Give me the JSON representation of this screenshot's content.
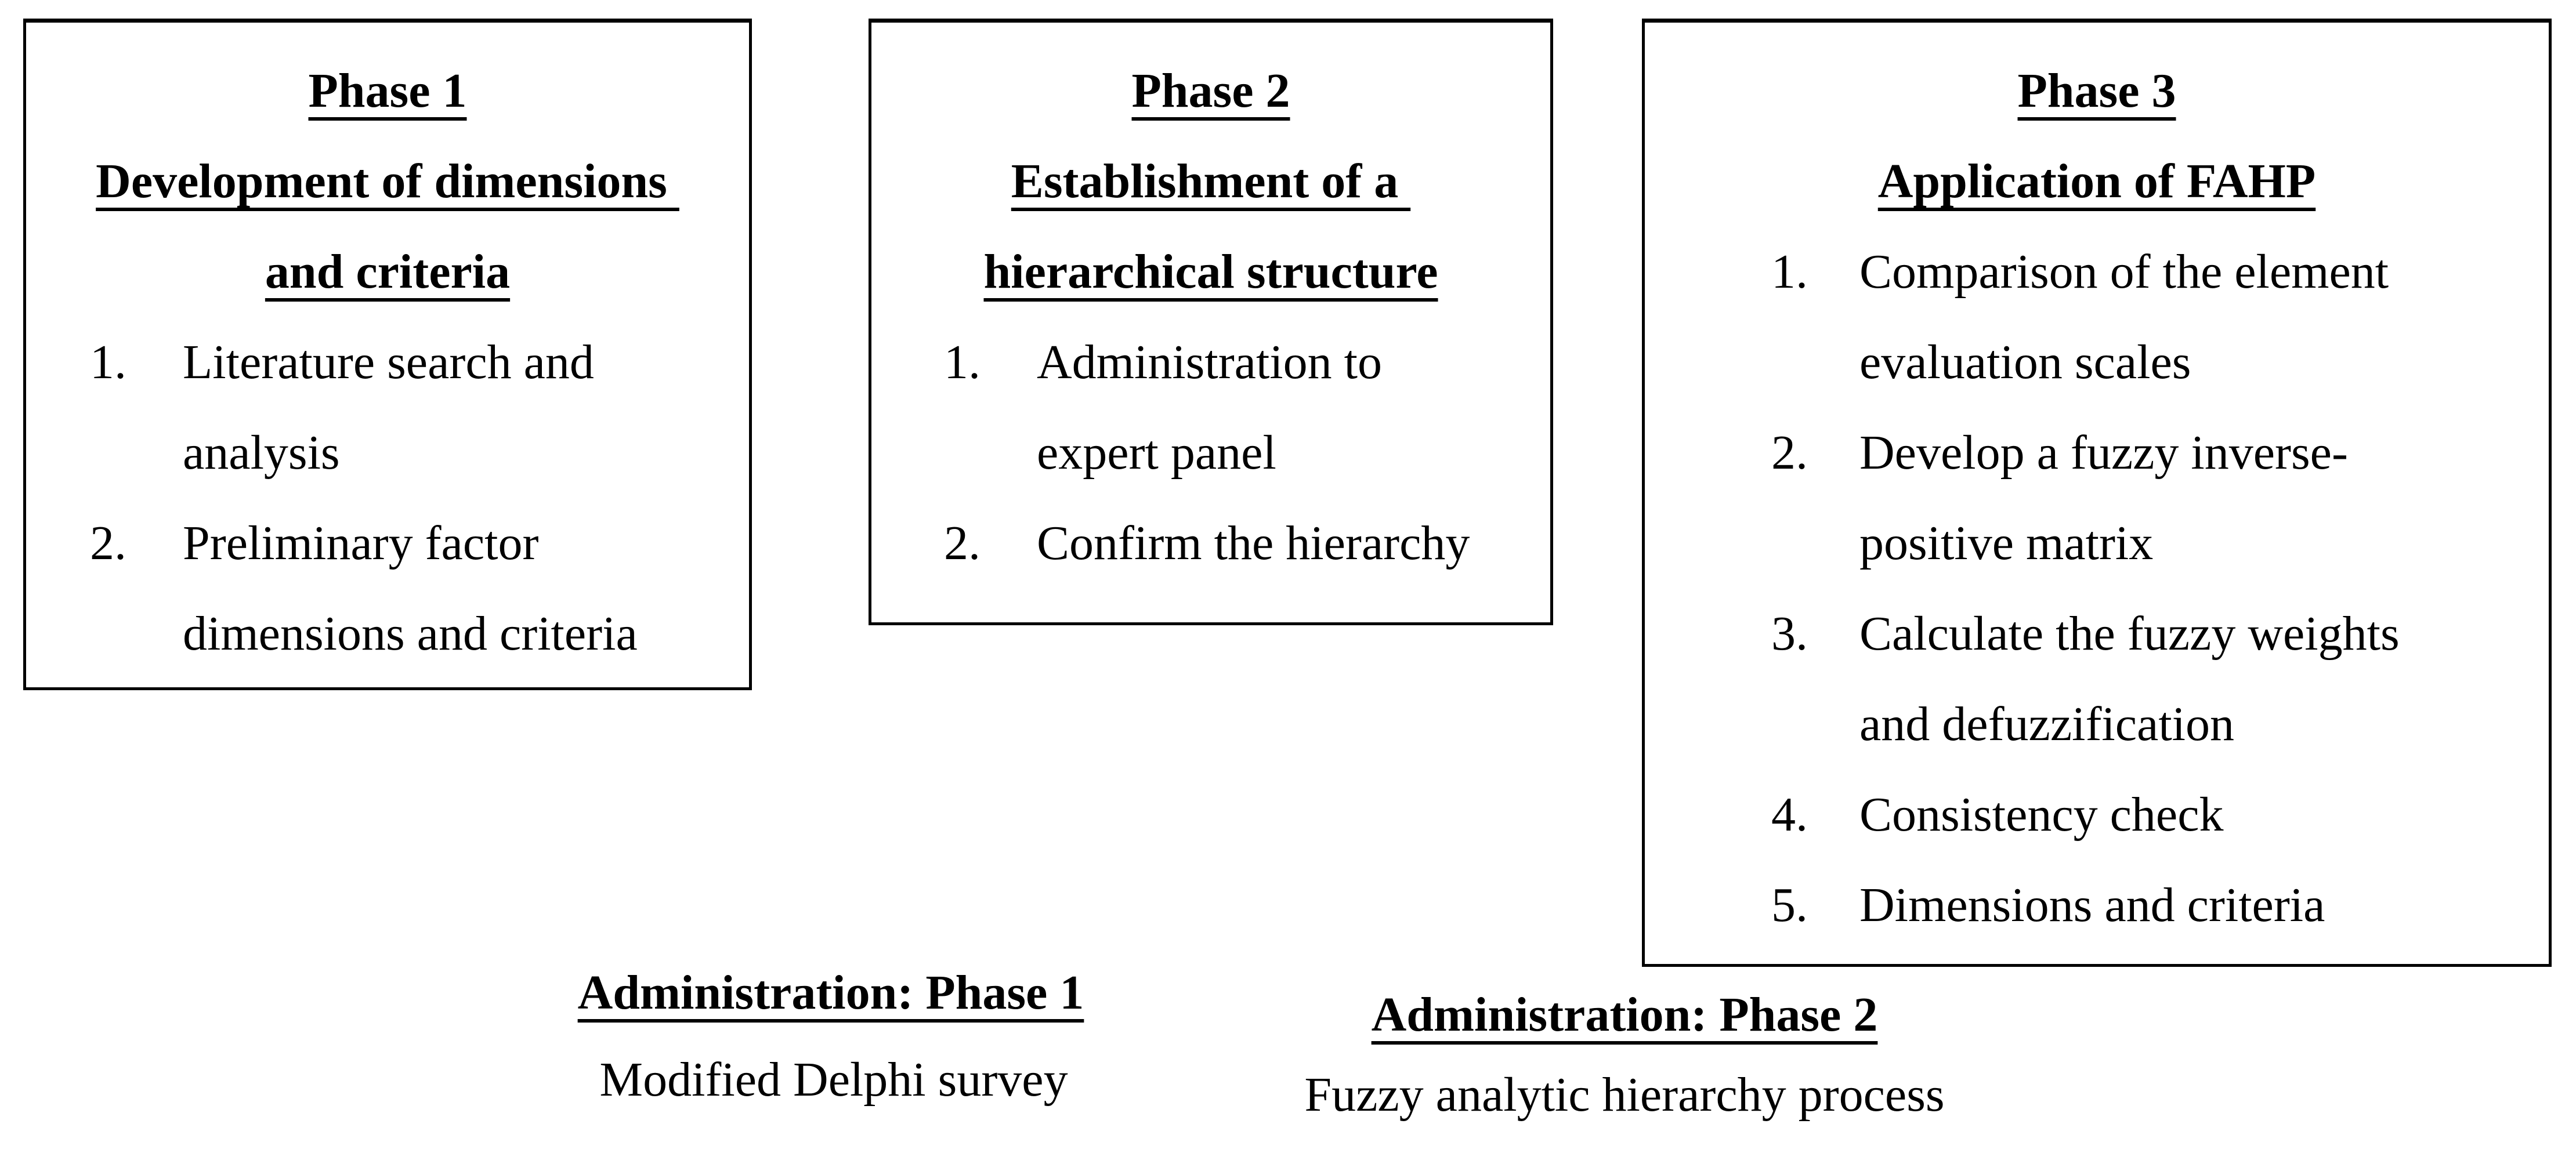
{
  "page": {
    "background": "#ffffff",
    "text_color": "#000000",
    "border_color": "#000000"
  },
  "phases": [
    {
      "title_lines": [
        "Phase 1",
        "Development of dimensions ",
        "and criteria"
      ],
      "items": [
        {
          "num": "1.",
          "lines": [
            "Literature search and",
            "analysis"
          ]
        },
        {
          "num": "2.",
          "lines": [
            "Preliminary factor",
            "dimensions and criteria"
          ]
        }
      ]
    },
    {
      "title_lines": [
        "Phase 2",
        "Establishment of a ",
        "hierarchical structure"
      ],
      "items": [
        {
          "num": "1.",
          "lines": [
            "Administration to",
            "expert panel"
          ]
        },
        {
          "num": "2.",
          "lines": [
            "Confirm the hierarchy"
          ]
        }
      ]
    },
    {
      "title_lines": [
        "Phase 3",
        "Application of FAHP"
      ],
      "items": [
        {
          "num": "1.",
          "lines": [
            "Comparison of the element",
            "evaluation scales"
          ]
        },
        {
          "num": "2.",
          "lines": [
            "Develop a fuzzy inverse-",
            "positive matrix"
          ]
        },
        {
          "num": "3.",
          "lines": [
            "Calculate the fuzzy weights",
            "and defuzzification"
          ]
        },
        {
          "num": "4.",
          "lines": [
            "Consistency check"
          ]
        },
        {
          "num": "5.",
          "lines": [
            "Dimensions and criteria"
          ]
        }
      ]
    }
  ],
  "administrations": [
    {
      "title": "Administration: Phase 1",
      "subtitle": "Modified Delphi survey"
    },
    {
      "title": "Administration: Phase 2",
      "subtitle": "Fuzzy analytic hierarchy process"
    }
  ]
}
